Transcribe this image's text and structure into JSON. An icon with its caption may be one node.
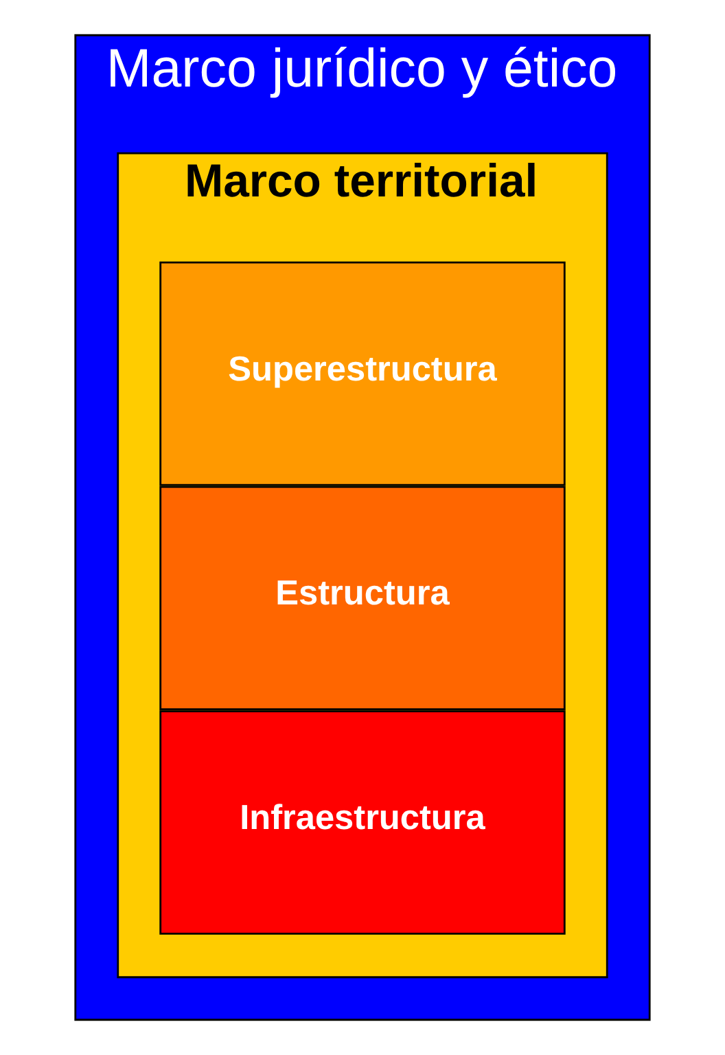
{
  "diagram": {
    "nodes": [
      {
        "text": [
          "Marco jurídico y ético"
        ]
      },
      {
        "text": [
          "Marco territorial"
        ],
        "in": 0
      },
      {
        "text": [
          "Superestructura"
        ],
        "in": 1
      },
      {
        "text": [
          "Estructura"
        ],
        "in": 1
      },
      {
        "text": [
          "Infraestructura"
        ],
        "in": 1
      }
    ]
  }
}
